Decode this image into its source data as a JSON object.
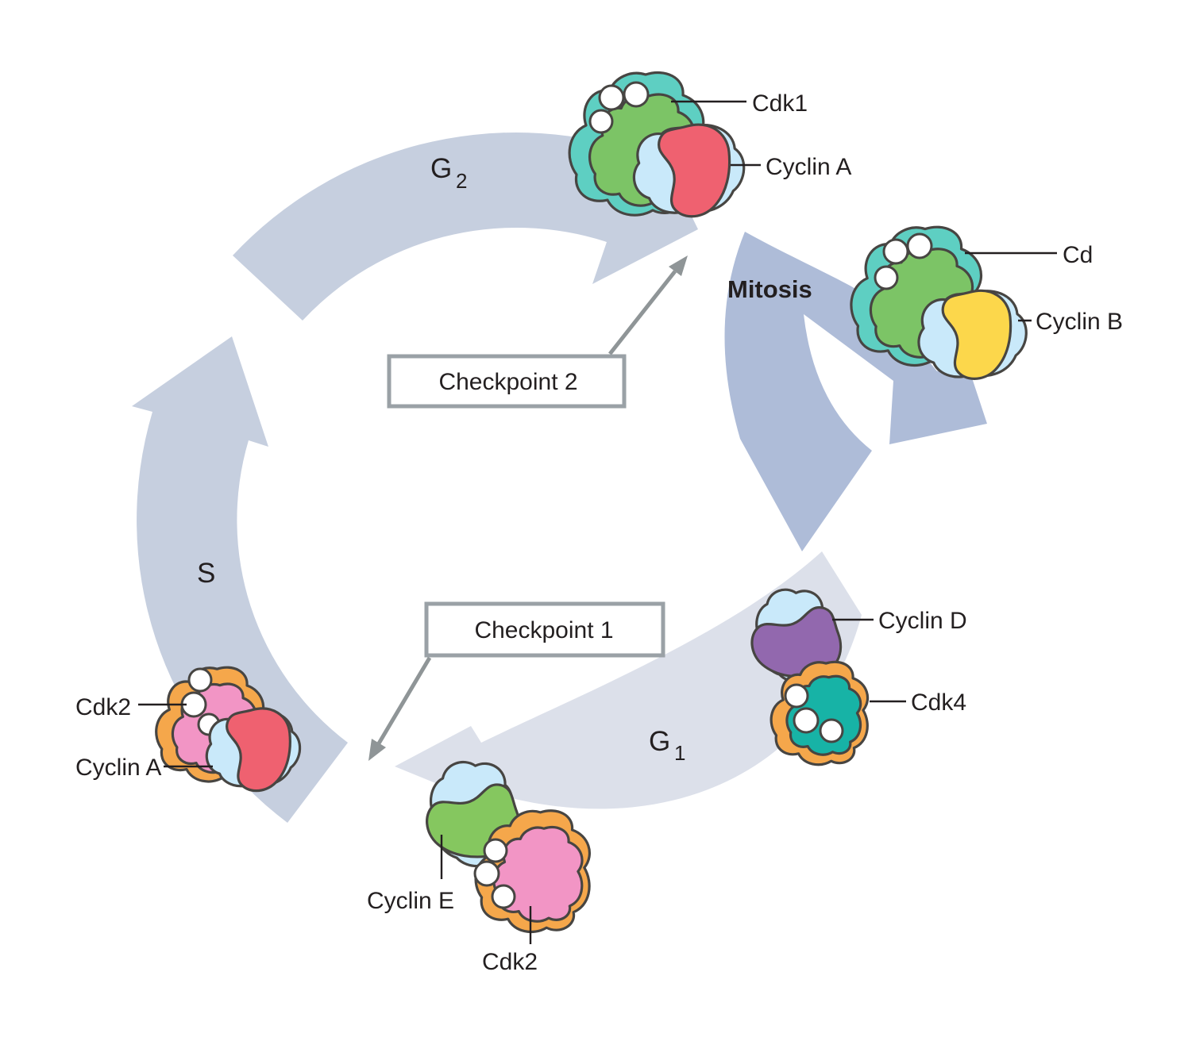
{
  "diagram": {
    "phases": {
      "g2": {
        "base": "G",
        "sub": "2"
      },
      "s": {
        "base": "S"
      },
      "g1": {
        "base": "G",
        "sub": "1"
      },
      "mitosis": {
        "label": "Mitosis"
      }
    },
    "checkpoints": {
      "checkpoint1": {
        "label": "Checkpoint 1"
      },
      "checkpoint2": {
        "label": "Checkpoint 2"
      }
    },
    "complexes": {
      "top": {
        "kinase": "Cdk1",
        "cyclin": "Cyclin A"
      },
      "right": {
        "kinase": "Cd",
        "cyclin": "Cyclin B"
      },
      "left": {
        "kinase": "Cdk2",
        "cyclin": "Cyclin A"
      },
      "bottom": {
        "cyclin": "Cyclin E",
        "kinase": "Cdk2"
      },
      "bottomRight": {
        "cyclin": "Cyclin D",
        "kinase": "Cdk4"
      }
    },
    "colors": {
      "arc_main": "#c6cfdf",
      "arc_light": "#dce0ea",
      "arc_dark": "#aebcd8",
      "kinase_teal": "#5ecfc2",
      "kinase_green": "#7cc466",
      "cyclin_blue": "#c9e9fa",
      "cyclin_red": "#ef6170",
      "cyclin_yellow": "#fcd74b",
      "cyclin_purple": "#9268ae",
      "cyclin_green": "#85c75f",
      "kinase_orange": "#f5a74b",
      "kinase_pink": "#f295c5",
      "kinase_teal_dark": "#17b3a6",
      "outline": "#474542",
      "checkpoint_border": "#9aa1a6",
      "checkpoint_arrow": "#8f9597",
      "text": "#231f20"
    }
  }
}
